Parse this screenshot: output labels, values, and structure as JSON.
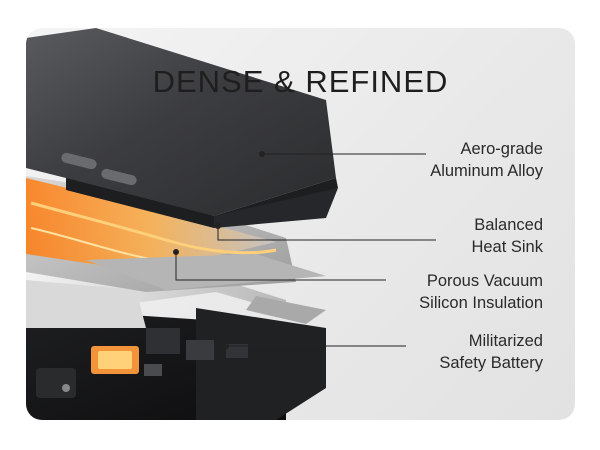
{
  "title": "DENSE & REFINED",
  "layers": [
    {
      "line1": "Aero-grade",
      "line2": "Aluminum Alloy"
    },
    {
      "line1": "Balanced",
      "line2": "Heat Sink"
    },
    {
      "line1": "Porous Vacuum",
      "line2": "Silicon Insulation"
    },
    {
      "line1": "Militarized",
      "line2": "Safety Battery"
    }
  ],
  "colors": {
    "background": "#ececec",
    "shell": "#3a3b3d",
    "heat_glow": "#ff8a1e",
    "text": "#2a2a2a",
    "leader_line": "#222222"
  }
}
